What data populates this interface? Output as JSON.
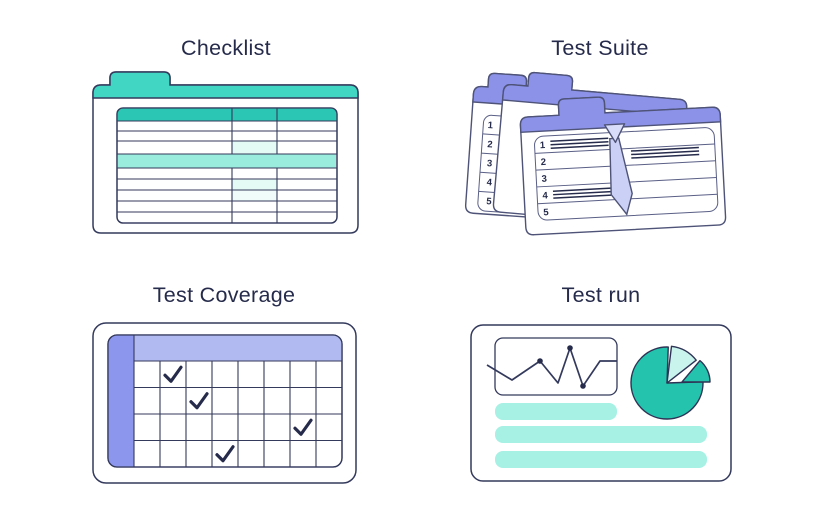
{
  "titles": {
    "checklist": "Checklist",
    "test_suite": "Test Suite",
    "test_coverage": "Test Coverage",
    "test_run": "Test run"
  },
  "figures": {
    "test_suite": {
      "front_card_items": [
        "1",
        "2",
        "3",
        "4",
        "5"
      ],
      "back_card_items": [
        "1",
        "2",
        "3",
        "4",
        "5"
      ]
    },
    "test_coverage": {
      "grid": {
        "rows": 4,
        "cols": 8
      },
      "checked_cells": [
        {
          "row": 1,
          "col": 2
        },
        {
          "row": 2,
          "col": 3
        },
        {
          "row": 3,
          "col": 7
        },
        {
          "row": 4,
          "col": 4
        }
      ]
    }
  },
  "colors": {
    "ink": "#262B4B",
    "outline": "#343A5C",
    "outline_soft": "#4E5377",
    "line_soft": "#5A5F85",
    "teal": "#41D6C3",
    "teal_deep": "#2CC7B4",
    "teal_band": "#9AEDDC",
    "teal_tint": "#E3FAF5",
    "teal_tint2": "#EFFCF9",
    "teal_pie": "#23C3AD",
    "teal_pale": "#C9F4EE",
    "teal_bar": "#A6F1E4",
    "peri": "#8B92E8",
    "peri_light": "#B2BBF1",
    "peri_side": "#8C96EC",
    "peri_tie": "#CBD1F6",
    "peri_knot": "#D9DDFA",
    "pie_stroke": "#2E3355",
    "white": "#FFFFFF"
  }
}
